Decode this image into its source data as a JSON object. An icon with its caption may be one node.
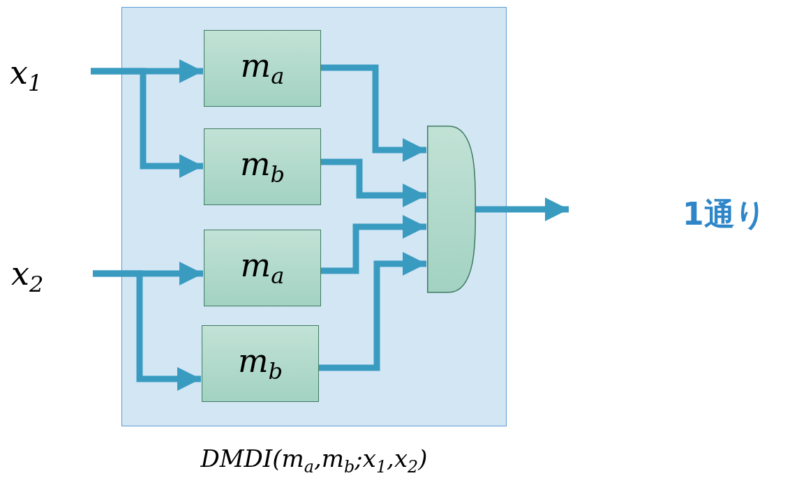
{
  "diagram": {
    "nodes": [
      {
        "text": [],
        "shape": "box",
        "beside": [
          "DMDI(m$_{a}$,m$_{b}$;x$_{1}$,x$_{2}$)"
        ]
      },
      {
        "text": [
          "x$_{1}$"
        ]
      },
      {
        "text": [
          "x$_{2}$"
        ]
      },
      {
        "text": [
          "m$_{a}$"
        ],
        "in": 0
      },
      {
        "text": [
          "m$_{b}$"
        ],
        "in": 0
      },
      {
        "text": [
          "m$_{a}$"
        ],
        "in": 0
      },
      {
        "text": [
          "m$_{b}$"
        ],
        "in": 0
      },
      {
        "text": [],
        "shape": "gate",
        "in": 0
      }
    ],
    "edges": [
      {
        "from": 1,
        "to": 3,
        "arrow": "to"
      },
      {
        "from": 1,
        "to": 4,
        "arrow": "to"
      },
      {
        "from": 2,
        "to": 5,
        "arrow": "to"
      },
      {
        "from": 2,
        "to": 6,
        "arrow": "to"
      },
      {
        "from": 3,
        "to": 7,
        "arrow": "to"
      },
      {
        "from": 4,
        "to": 7,
        "arrow": "to"
      },
      {
        "from": 5,
        "to": 7,
        "arrow": "to"
      },
      {
        "from": 6,
        "to": 7,
        "arrow": "to"
      },
      {
        "from": 7,
        "to": null,
        "arrow": "to"
      }
    ],
    "labels": [
      "1通り"
    ]
  }
}
